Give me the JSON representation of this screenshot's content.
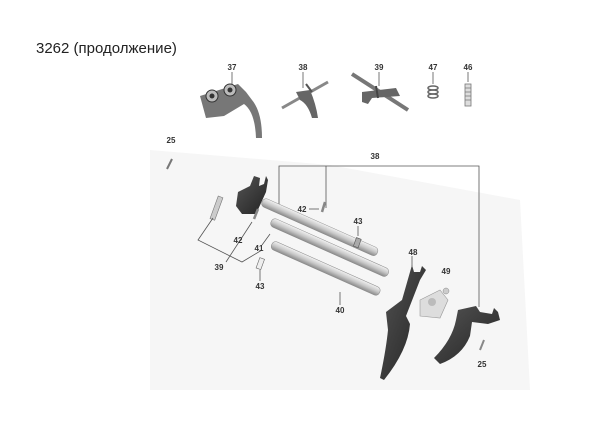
{
  "title": "3262 (продолжение)",
  "top_parts": [
    {
      "label": "37",
      "icon": "shift-fork-icon"
    },
    {
      "label": "38",
      "icon": "shift-fork-rod-icon"
    },
    {
      "label": "39",
      "icon": "shift-rod-assembly-icon"
    },
    {
      "label": "47",
      "icon": "ring-spring-icon"
    },
    {
      "label": "46",
      "icon": "coil-spring-icon"
    }
  ],
  "callouts": {
    "c25a": "25",
    "c38": "38",
    "c42a": "42",
    "c43a": "43",
    "c42b": "42",
    "c41": "41",
    "c39": "39",
    "c43b": "43",
    "c48": "48",
    "c49": "49",
    "c40": "40",
    "c25b": "25"
  }
}
